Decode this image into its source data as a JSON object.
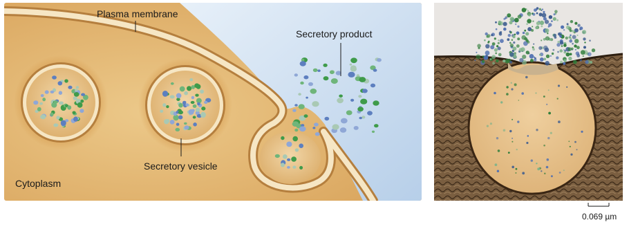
{
  "labels": {
    "plasma_membrane": "Plasma membrane",
    "secretory_product": "Secretory product",
    "secretory_vesicle": "Secretory vesicle",
    "cytoplasm": "Cytoplasm"
  },
  "micrograph": {
    "scale_bar_label": "0.069 µm"
  },
  "colors": {
    "cytoplasm": "#e4b874",
    "extracellular": "#c9dcf0",
    "membrane": "#f3e2bf",
    "membrane_edge": "#b98445",
    "vesicle_lumen": "#e9c58f",
    "granule_green": "#3f9b4a",
    "granule_blue": "#5d7fbf",
    "granule_light": "#a9c9b4",
    "micrograph_tissue": "#6a5238",
    "micrograph_vesicle": "#e8c08a"
  }
}
